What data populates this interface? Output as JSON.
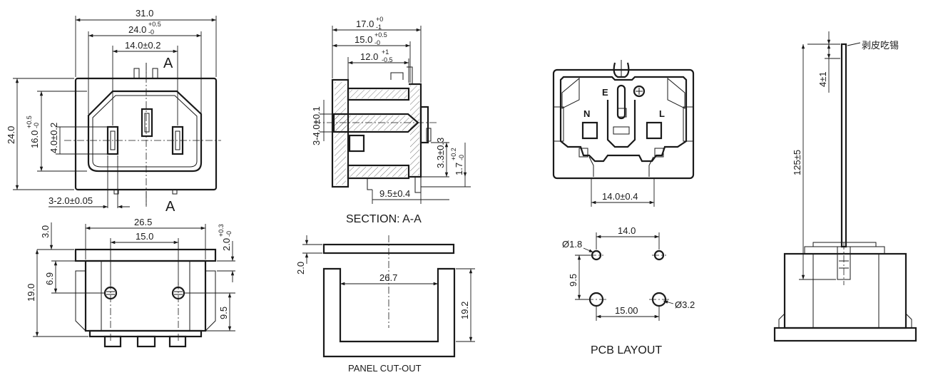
{
  "front_view": {
    "dims": {
      "w_31": "31.0",
      "w_24": "24.0",
      "w_24_tol_upper": "+0.5",
      "w_24_tol_lower": "-0",
      "w_14": "14.0±0.2",
      "h_24": "24.0",
      "h_16": "16.0",
      "h_16_tol_upper": "+0.5",
      "h_16_tol_lower": "-0",
      "h_4": "4.0±0.2",
      "pin_w": "3-2.0±0.05"
    },
    "section_mark_top": "A",
    "section_mark_bottom": "A"
  },
  "section_view": {
    "dims": {
      "d_17": "17.0",
      "d_17_tol_upper": "+0",
      "d_17_tol_lower": "-1",
      "d_15": "15.0",
      "d_15_tol_upper": "+0.5",
      "d_15_tol_lower": "-0",
      "d_12": "12.0",
      "d_12_tol_upper": "+1",
      "d_12_tol_lower": "-0.5",
      "d_thick": "3-4.0±0.1",
      "d_33": "3.3±0.3",
      "d_17b": "1.7",
      "d_17b_tol_upper": "+0.2",
      "d_17b_tol_lower": "-0",
      "d_95": "9.5±0.4"
    },
    "caption": "SECTION: A-A"
  },
  "bottom_view": {
    "dims": {
      "w_265": "26.5",
      "w_15": "15.0",
      "h_3": "3.0",
      "h_2": "2.0",
      "h_2_tol_upper": "+0.3",
      "h_2_tol_lower": "-0",
      "h_19": "19.0",
      "h_69": "6.9",
      "h_95": "9.5"
    }
  },
  "panel_cutout": {
    "dims": {
      "thick": "2.0",
      "w_267": "26.7",
      "h_192": "19.2"
    },
    "caption": "PANEL CUT-OUT"
  },
  "rear_view": {
    "labels": {
      "earth": "E",
      "neutral": "N",
      "live": "L"
    },
    "dims": {
      "w_14": "14.0±0.4"
    }
  },
  "pcb_layout": {
    "dims": {
      "hole_small": "Ø1.8",
      "hole_big": "Ø3.2",
      "w_14": "14.0",
      "w_15": "15.00",
      "h_95": "9.5"
    },
    "caption": "PCB LAYOUT"
  },
  "wire_view": {
    "note": "剥皮吃锡",
    "dims": {
      "strip": "4±1",
      "length": "125±5"
    }
  }
}
